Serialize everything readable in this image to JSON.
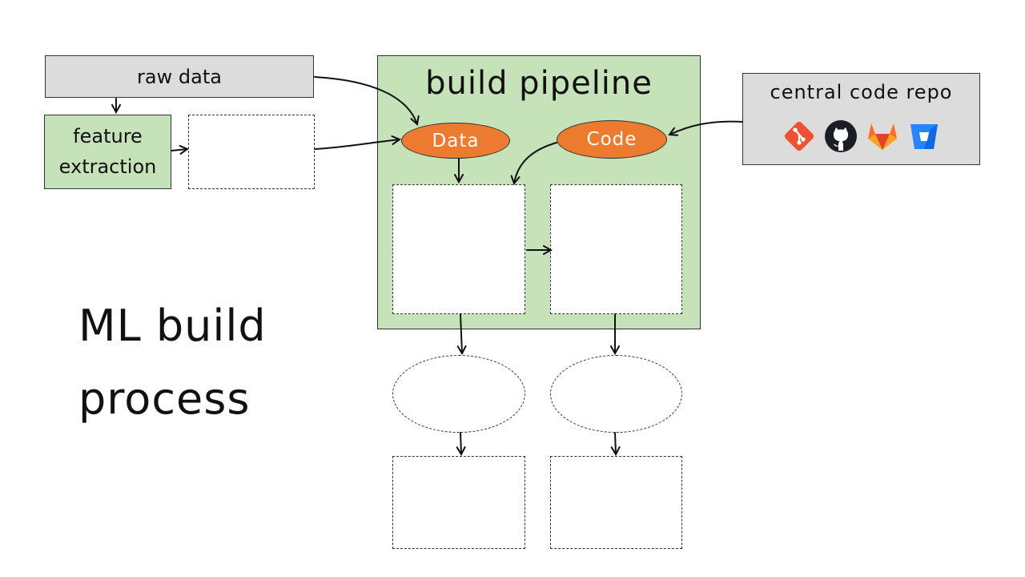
{
  "diagram": {
    "title_line1": "ML build",
    "title_line2": "process",
    "raw_data": "raw data",
    "feature_extraction_line1": "feature",
    "feature_extraction_line2": "extraction",
    "pipeline_title": "build pipeline",
    "data_pill": "Data",
    "code_pill": "Code",
    "repo_title": "central code repo",
    "repo_icons": [
      "git-icon",
      "github-icon",
      "gitlab-icon",
      "bitbucket-icon"
    ]
  },
  "colors": {
    "gray_box": "#dcdcdc",
    "green_box": "#c6e2b9",
    "pill": "#ec7a2f",
    "git": "#f05133",
    "github": "#1b1f23",
    "gitlab": "#fc6d26",
    "bitbucket": "#2684ff"
  }
}
